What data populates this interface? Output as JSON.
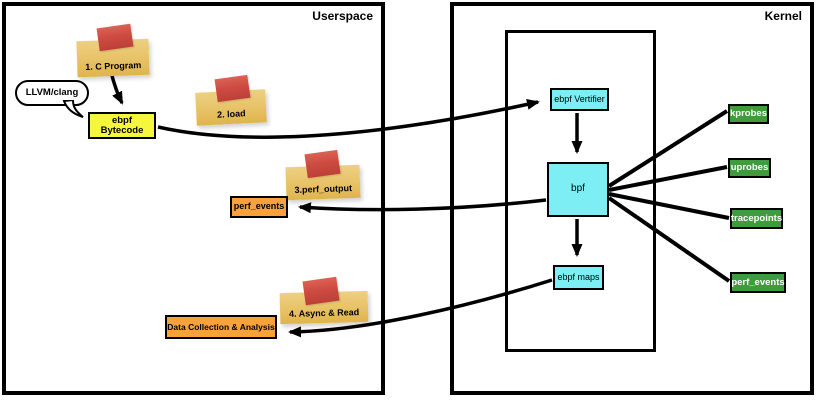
{
  "regions": {
    "userspace": "Userspace",
    "kernel": "Kernel"
  },
  "nodes": {
    "c_program": {
      "label": "1. C Program"
    },
    "llvm_clang": {
      "label": "LLVM/clang"
    },
    "ebpf_bytecode": {
      "label": "ebpf Bytecode"
    },
    "load": {
      "label": "2. load"
    },
    "perf_output": {
      "label": "3.perf_output"
    },
    "perf_events_userspace": {
      "label": "perf_events"
    },
    "async_read": {
      "label": "4. Async & Read"
    },
    "data_collection": {
      "label": "Data Collection & Analysis"
    },
    "ebpf_verifier": {
      "label": "ebpf Vertifier"
    },
    "bpf": {
      "label": "bpf"
    },
    "ebpf_maps": {
      "label": "ebpf maps"
    },
    "kprobes": {
      "label": "kprobes"
    },
    "uprobes": {
      "label": "uprobes"
    },
    "tracepoints": {
      "label": "tracepoints"
    },
    "perf_events_kernel": {
      "label": "perf_events"
    }
  },
  "edges": [
    {
      "from": "c_program",
      "to": "ebpf_bytecode",
      "style": "arrow"
    },
    {
      "from": "ebpf_bytecode",
      "to": "ebpf_verifier",
      "style": "arrow"
    },
    {
      "from": "ebpf_verifier",
      "to": "bpf",
      "style": "arrow"
    },
    {
      "from": "bpf",
      "to": "ebpf_maps",
      "style": "arrow"
    },
    {
      "from": "bpf",
      "to": "perf_events_userspace",
      "style": "arrow"
    },
    {
      "from": "ebpf_maps",
      "to": "data_collection",
      "style": "arrow"
    },
    {
      "from": "bpf",
      "to": "kprobes",
      "style": "line"
    },
    {
      "from": "bpf",
      "to": "uprobes",
      "style": "line"
    },
    {
      "from": "bpf",
      "to": "tracepoints",
      "style": "line"
    },
    {
      "from": "bpf",
      "to": "perf_events_kernel",
      "style": "line"
    }
  ],
  "colors": {
    "sticky_note": "#E7C266",
    "sticky_tab": "#CE4B41",
    "process_box": "#7DEFF4",
    "probe_box": "#3F9B3B",
    "probe_text": "#FFFFFF",
    "output_box": "#F9A13A",
    "bytecode_box": "#F6F63C",
    "line": "#000000",
    "background": "#FFFFFF"
  }
}
